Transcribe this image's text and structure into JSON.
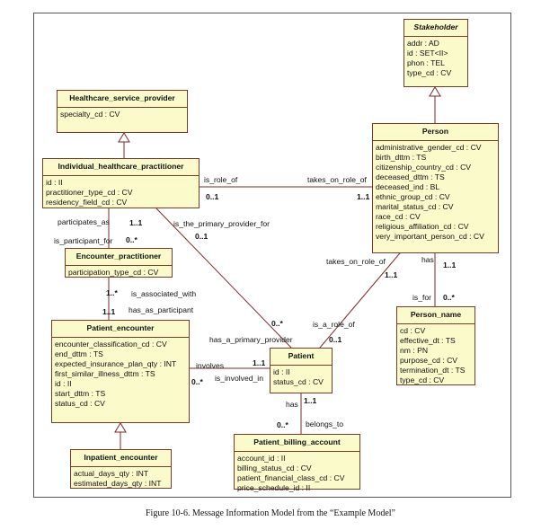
{
  "classes": {
    "stakeholder": {
      "name": "Stakeholder",
      "attrs": [
        "addr : AD",
        "id : SET<II>",
        "phon : TEL",
        "type_cd : CV"
      ]
    },
    "hsp": {
      "name": "Healthcare_service_provider",
      "attrs": [
        "specialty_cd : CV"
      ]
    },
    "ihp": {
      "name": "Individual_healthcare_practitioner",
      "attrs": [
        "id : II",
        "practitioner_type_cd : CV",
        "residency_field_cd : CV"
      ]
    },
    "person": {
      "name": "Person",
      "attrs": [
        "administrative_gender_cd : CV",
        "birth_dttm : TS",
        "citizenship_country_cd : CV",
        "deceased_dttm : TS",
        "deceased_ind : BL",
        "ethnic_group_cd : CV",
        "marital_status_cd : CV",
        "race_cd : CV",
        "religious_affiliation_cd : CV",
        "very_important_person_cd : CV"
      ]
    },
    "ep": {
      "name": "Encounter_practitioner",
      "attrs": [
        "participation_type_cd : CV"
      ]
    },
    "pe": {
      "name": "Patient_encounter",
      "attrs": [
        "encounter_classification_cd : CV",
        "end_dttm : TS",
        "expected_insurance_plan_qty : INT",
        "first_similar_illness_dttm : TS",
        "id : II",
        "start_dttm : TS",
        "status_cd : CV"
      ]
    },
    "patient": {
      "name": "Patient",
      "attrs": [
        "id : II",
        "status_cd : CV"
      ]
    },
    "pn": {
      "name": "Person_name",
      "attrs": [
        "cd : CV",
        "effective_dt : TS",
        "nm : PN",
        "purpose_cd : CV",
        "termination_dt : TS",
        "type_cd : CV"
      ]
    },
    "ie": {
      "name": "Inpatient_encounter",
      "attrs": [
        "actual_days_qty : INT",
        "estimated_days_qty : INT"
      ]
    },
    "pba": {
      "name": "Patient_billing_account",
      "attrs": [
        "account_id : II",
        "billing_status_cd : CV",
        "patient_financial_class_cd : CV",
        "price_schedule_id : II"
      ]
    }
  },
  "labels": {
    "is_role_of": "is_role_of",
    "takes_on_role_of_1": "takes_on_role_of",
    "m_0_1_a": "0..1",
    "m_1_1_a": "1..1",
    "participates_as": "participates_as",
    "is_participant_for": "is_participant_for",
    "m_1_1_b": "1..1",
    "m_0_star_a": "0..*",
    "is_the_primary_provider_for": "is_the_primary_provider_for",
    "m_0_1_b": "0..1",
    "takes_on_role_of_2": "takes_on_role_of",
    "has_1": "has",
    "m_1_1_c": "1..1",
    "m_1_1_d": "1..1",
    "is_for": "is_for",
    "m_0_star_b": "0..*",
    "m_1_star": "1..*",
    "is_associated_with": "is_associated_with",
    "m_1_1_e": "1..1",
    "has_as_participant": "has_as_participant",
    "m_0_star_c": "0..*",
    "has_a_primary_provider": "has_a_primary_provider",
    "is_a_role_of": "is_a_role_of",
    "m_0_1_c": "0..1",
    "involves": "involves",
    "m_1_1_f": "1..1",
    "m_0_star_d": "0..*",
    "is_involved_in": "is_involved_in",
    "has_2": "has",
    "m_1_1_g": "1..1",
    "m_0_star_e": "0..*",
    "belongs_to": "belongs_to"
  },
  "caption": "Figure 10-6. Message Information Model from the “Example Model”"
}
